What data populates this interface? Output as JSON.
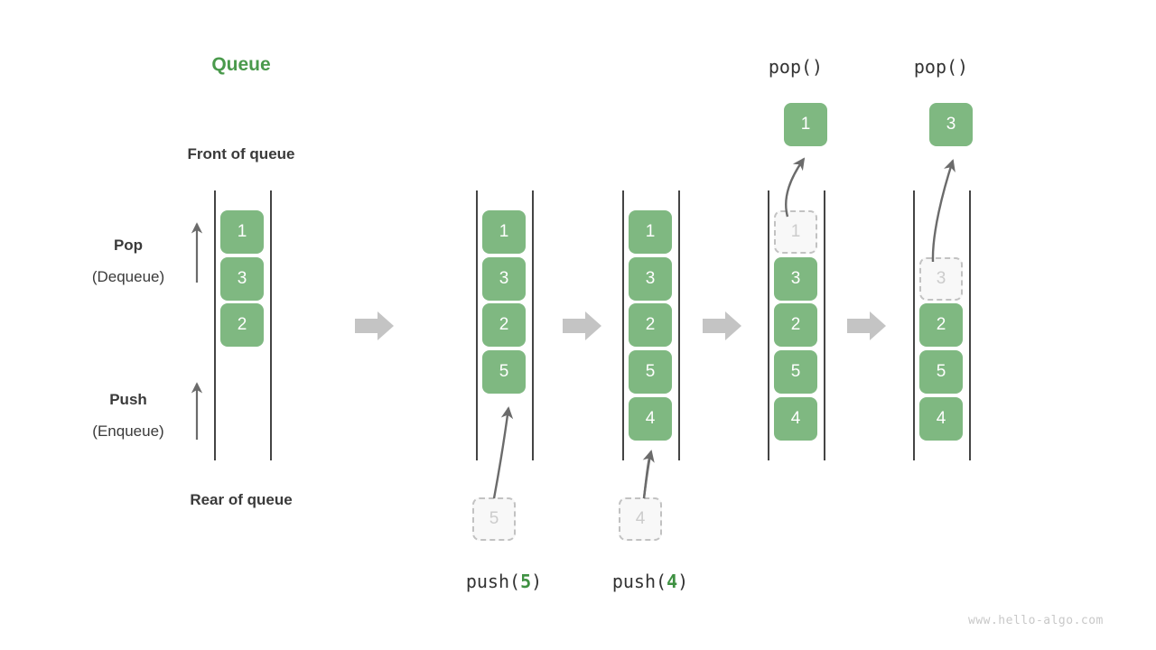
{
  "diagram": {
    "title": "Queue",
    "title_color": "#4a9a4c",
    "element_color": "#7fb881",
    "ghost_color": "#f8f8f8",
    "arrow_color": "#c4c4c4",
    "rail_color": "#444444",
    "watermark": "www.hello-algo.com"
  },
  "annotations": {
    "front_of_queue": "Front of queue",
    "rear_of_queue": "Rear of queue",
    "pop_label": "Pop",
    "pop_sub": "(Dequeue)",
    "push_label": "Push",
    "push_sub": "(Enqueue)"
  },
  "stages": [
    {
      "id": "initial",
      "caption": "",
      "caption_prefix": "",
      "caption_arg": "",
      "caption_suffix": "",
      "slots": [
        "1",
        "3",
        "2",
        "",
        ""
      ],
      "ghost_slot": -1,
      "incoming": "",
      "outgoing": ""
    },
    {
      "id": "push-5",
      "caption": "push(5)",
      "caption_prefix": "push(",
      "caption_arg": "5",
      "caption_suffix": ")",
      "slots": [
        "1",
        "3",
        "2",
        "5",
        ""
      ],
      "ghost_slot": -1,
      "incoming": "5",
      "outgoing": ""
    },
    {
      "id": "push-4",
      "caption": "push(4)",
      "caption_prefix": "push(",
      "caption_arg": "4",
      "caption_suffix": ")",
      "slots": [
        "1",
        "3",
        "2",
        "5",
        "4"
      ],
      "ghost_slot": -1,
      "incoming": "4",
      "outgoing": ""
    },
    {
      "id": "pop-1",
      "caption": "pop()",
      "caption_prefix": "pop()",
      "caption_arg": "",
      "caption_suffix": "",
      "slots": [
        "1",
        "3",
        "2",
        "5",
        "4"
      ],
      "ghost_slot": 0,
      "incoming": "",
      "outgoing": "1"
    },
    {
      "id": "pop-3",
      "caption": "pop()",
      "caption_prefix": "pop()",
      "caption_arg": "",
      "caption_suffix": "",
      "slots": [
        "",
        "3",
        "2",
        "5",
        "4"
      ],
      "ghost_slot": 1,
      "incoming": "",
      "outgoing": "3"
    }
  ],
  "transition_arrows": 4
}
